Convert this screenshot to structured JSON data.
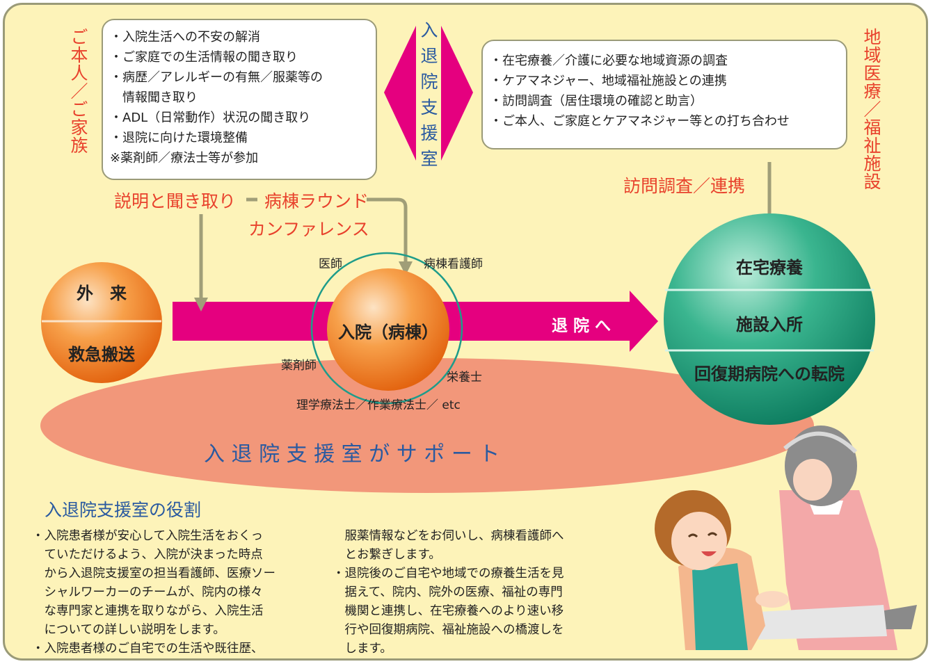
{
  "left_side_label": "ご本人／ご家族",
  "right_side_label": "地域医療／福祉施設",
  "center_label": "入退院支援室",
  "left_box": {
    "items": [
      "・入院生活への不安の解消",
      "・ご家庭での生活情報の聞き取り",
      "・病歴／アレルギーの有無／服薬等の",
      "　情報聞き取り",
      "・ADL（日常動作）状況の聞き取り",
      "・退院に向けた環境整備",
      "※薬剤師／療法士等が参加"
    ]
  },
  "right_box": {
    "items": [
      "・在宅療養／介護に必要な地域資源の調査",
      "・ケアマネジャー、地域福祉施設との連携",
      "・訪問調査（居住環境の確認と助言）",
      "・ご本人、ご家庭とケアマネジャー等との打ち合わせ"
    ]
  },
  "labels": {
    "explain": "説明と聞き取り",
    "round": "病棟ラウンド",
    "conference": "カンファレンス",
    "visit": "訪問調査／連携",
    "discharge": "退 院 へ",
    "support": "入 退 院 支 援 室 が サ ポ ー ト"
  },
  "outpatient": {
    "top": "外　来",
    "bottom": "救急搬送"
  },
  "ward": {
    "title": "入院（病棟）"
  },
  "staff": {
    "doctor": "医師",
    "ward_nurse": "病棟看護師",
    "pharmacist": "薬剤師",
    "dietitian": "栄養士",
    "therapists": "理学療法士／作業療法士／ etc"
  },
  "outcomes": [
    "在宅療養",
    "施設入所",
    "回復期病院への転院"
  ],
  "roles": {
    "heading": "入退院支援室の役割",
    "col1": [
      "・入院患者様が安心して入院生活をおくっ",
      "　ていただけるよう、入院が決まった時点",
      "　から入退院支援室の担当看護師、医療ソー",
      "　シャルワーカーのチームが、院内の様々",
      "　な専門家と連携を取りながら、入院生活",
      "　についての詳しい説明をします。",
      "・入院患者様のご自宅での生活や既往歴、"
    ],
    "col2": [
      "　服薬情報などをお伺いし、病棟看護師へ",
      "　とお繋ぎします。",
      "・退院後のご自宅や地域での療養生活を見",
      "　据えて、院内、院外の医療、福祉の専門",
      "　機関と連携し、在宅療養へのより速い移",
      "　行や回復期病院、福祉施設への橋渡しを",
      "　します。"
    ]
  },
  "colors": {
    "background": "#fdf3b9",
    "magenta": "#e5007f",
    "accent_red": "#e8412c",
    "orange": "#f08522",
    "teal": "#1e9c7c",
    "salmon": "#f2977a",
    "blue_text": "#2a5aa0",
    "arrow_gray": "#a09e78"
  }
}
